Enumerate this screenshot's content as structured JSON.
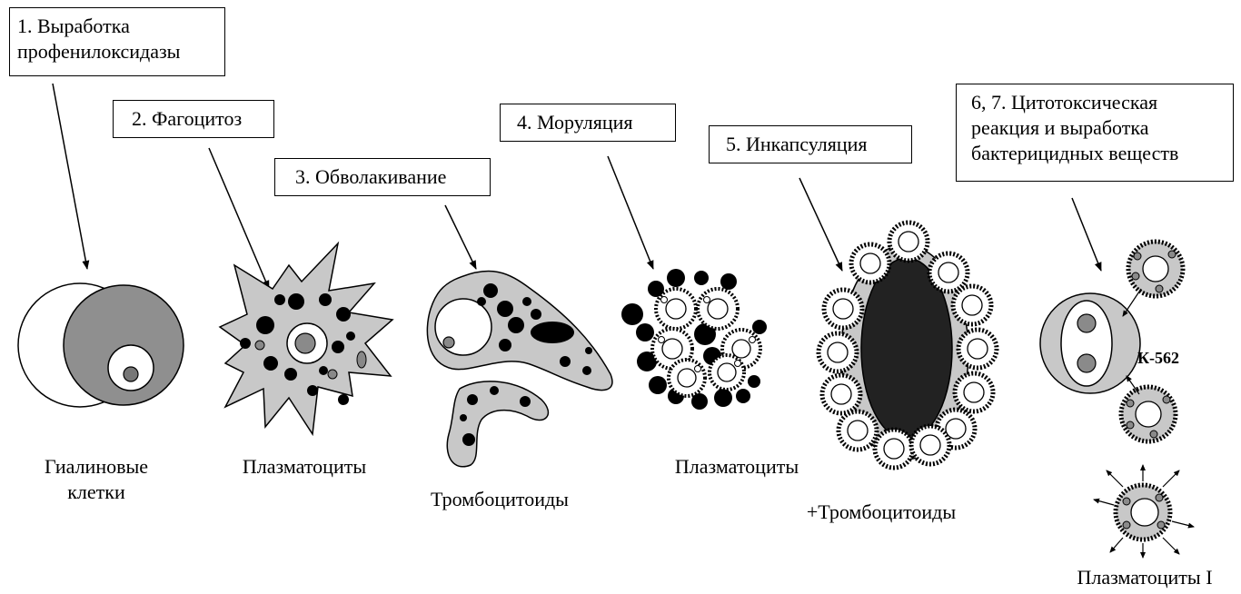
{
  "steps": {
    "s1": {
      "line1": "1. Выработка",
      "line2": "профенилоксидазы"
    },
    "s2": "2. Фагоцитоз",
    "s3": "3. Обволакивание",
    "s4": "4. Моруляция",
    "s5": "5. Инкапсуляция",
    "s67": {
      "line1": "6, 7. Цитотоксическая",
      "line2": "реакция и выработка",
      "line3": "бактерицидных веществ"
    }
  },
  "captions": {
    "hyaline": {
      "line1": "Гиалиновые",
      "line2": "клетки"
    },
    "plasmatocytes_1": "Плазматоциты",
    "thrombocytoids": "Тромбоцитоиды",
    "plasmatocytes_2": "Плазматоциты",
    "plus_thrombocytoids": "+Тромбоцитоиды",
    "plasmatocytes_I": "Плазматоциты I"
  },
  "target_label": "К-562",
  "colors": {
    "cell_gray": "#c8c8c8",
    "dark_gray": "#8a8a8a",
    "granule": "#000000",
    "mass": "#222222"
  }
}
